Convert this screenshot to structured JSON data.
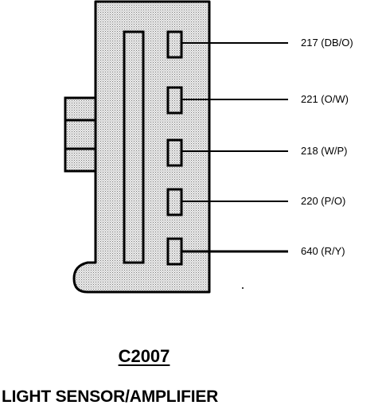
{
  "diagram": {
    "connector_id": "C2007",
    "component_name": "LIGHT SENSOR/AMPLIFIER",
    "pins": [
      {
        "label": "217 (DB/O)"
      },
      {
        "label": "221 (O/W)"
      },
      {
        "label": "218 (W/P)"
      },
      {
        "label": "220 (P/O)"
      },
      {
        "label": "640 (R/Y)"
      }
    ],
    "colors": {
      "ink": "#000000",
      "fill": "#e4e4e4"
    }
  }
}
